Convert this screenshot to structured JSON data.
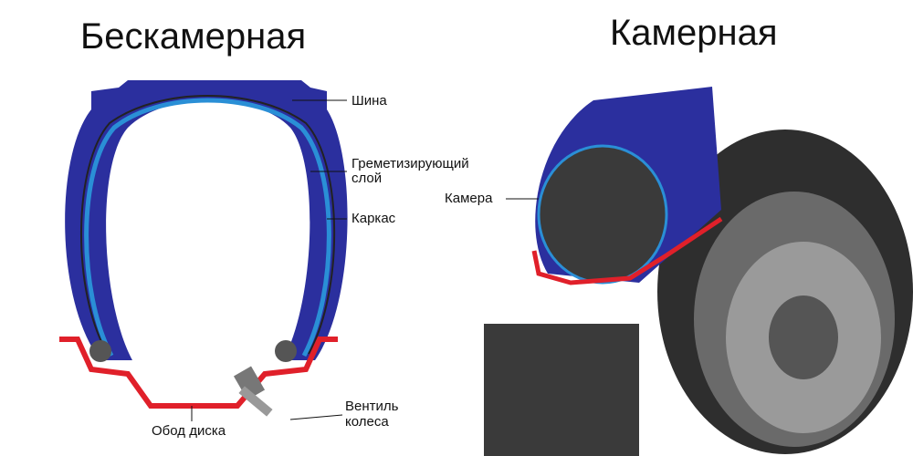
{
  "left": {
    "title": "Бескамерная",
    "labels": {
      "tire": "Шина",
      "seal_line1": "Греметизирующий",
      "seal_line2": "слой",
      "carcass": "Каркас",
      "rim": "Обод диска",
      "valve_line1": "Вентиль",
      "valve_line2": "колеса"
    }
  },
  "right": {
    "title": "Камерная",
    "labels": {
      "tube": "Камера"
    }
  },
  "colors": {
    "tire": "#2b2f9e",
    "seal": "#2a8fd6",
    "rim": "#e0202a",
    "dark": "#2a2a2a"
  }
}
